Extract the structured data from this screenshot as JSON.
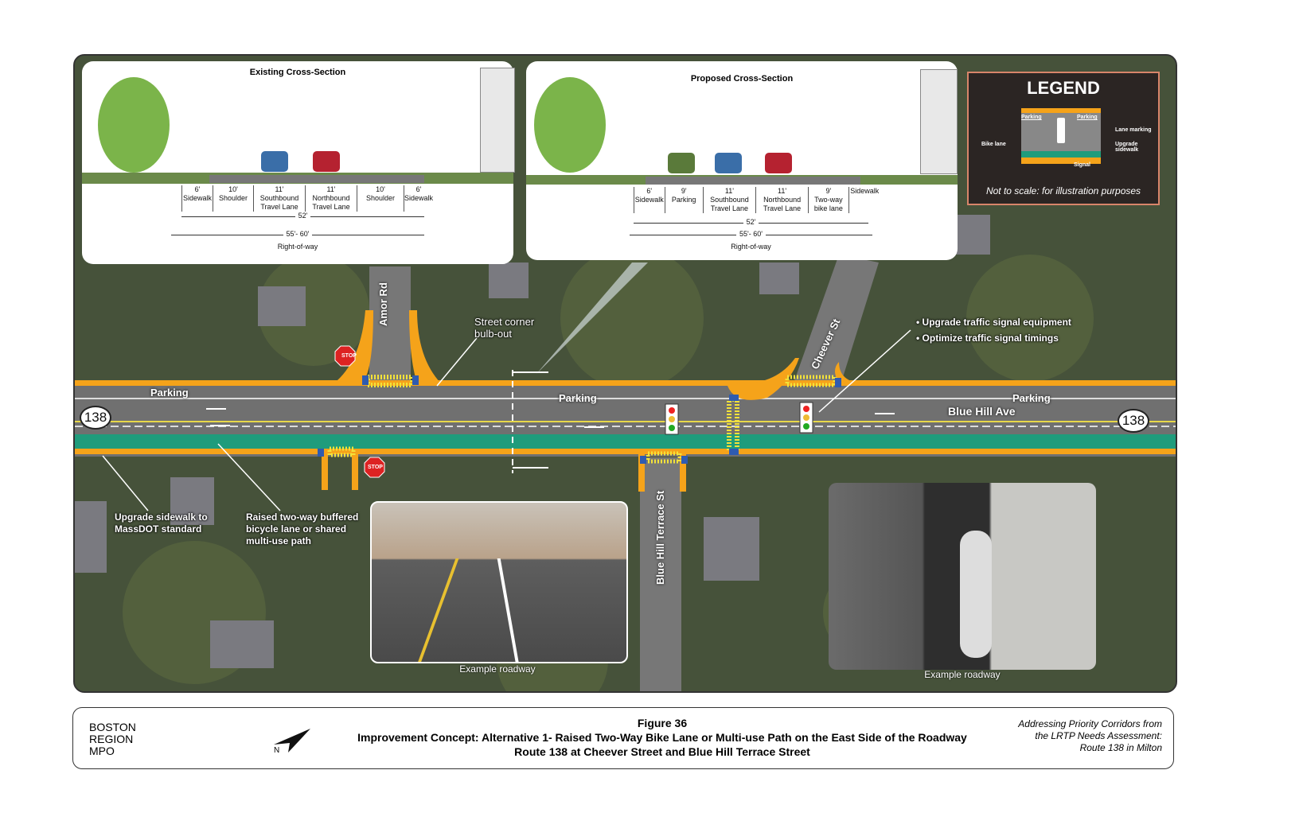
{
  "existing": {
    "title": "Existing Cross-Section",
    "segments": [
      {
        "w": "6'",
        "l": "Sidewalk"
      },
      {
        "w": "10'",
        "l": "Shoulder"
      },
      {
        "w": "11'",
        "l": "Southbound Travel Lane"
      },
      {
        "w": "11'",
        "l": "Northbound Travel Lane"
      },
      {
        "w": "10'",
        "l": "Shoulder"
      },
      {
        "w": "6'",
        "l": "Sidewalk"
      }
    ],
    "total": "52'",
    "row": "55'- 60'",
    "row_label": "Right-of-way"
  },
  "proposed": {
    "title": "Proposed Cross-Section",
    "segments": [
      {
        "w": "6'",
        "l": "Sidewalk"
      },
      {
        "w": "9'",
        "l": "Parking"
      },
      {
        "w": "11'",
        "l": "Southbound Travel Lane"
      },
      {
        "w": "11'",
        "l": "Northbound Travel Lane"
      },
      {
        "w": "9'",
        "l": "Two-way bike lane"
      },
      {
        "w": "",
        "l": "Sidewalk"
      }
    ],
    "total": "52'",
    "row": "55'- 60'",
    "row_label": "Right-of-way"
  },
  "legend": {
    "title": "LEGEND",
    "parking": "Parking",
    "bike_lane": "Bike lane",
    "lane_marking": "Lane marking",
    "upgrade_sidewalk": "Upgrade sidewalk",
    "signal": "Signal",
    "note": "Not to scale: for illustration purposes"
  },
  "map": {
    "streets": {
      "amor": "Amor Rd",
      "cheever": "Cheever St",
      "bht": "Blue Hill Terrace St",
      "bha": "Blue Hill Ave"
    },
    "route": "138",
    "parking": "Parking",
    "stop": "STOP",
    "callouts": {
      "bulbout": "Street corner bulb-out",
      "signal1": "• Upgrade traffic signal equipment",
      "signal2": "• Optimize traffic signal timings",
      "sidewalk": "Upgrade sidewalk to MassDOT standard",
      "bikelane": "Raised two-way buffered bicycle lane or shared multi-use path"
    },
    "photo_caption": "Example roadway"
  },
  "colors": {
    "sidewalk": "#f5a31a",
    "bike_lane": "#1f9c7c",
    "road": "#6b6b6b",
    "signal_bulb": "#2f5bb0"
  },
  "footer": {
    "org": [
      "BOSTON",
      "REGION",
      "MPO"
    ],
    "figure": "Figure 36",
    "title": "Improvement Concept: Alternative 1- Raised Two-Way Bike Lane or Multi-use Path on the East Side of the Roadway",
    "subtitle": "Route 138 at Cheever Street and Blue Hill Terrace Street",
    "report": [
      "Addressing Priority Corridors from",
      "the LRTP Needs Assessment:",
      "Route 138 in Milton"
    ]
  }
}
